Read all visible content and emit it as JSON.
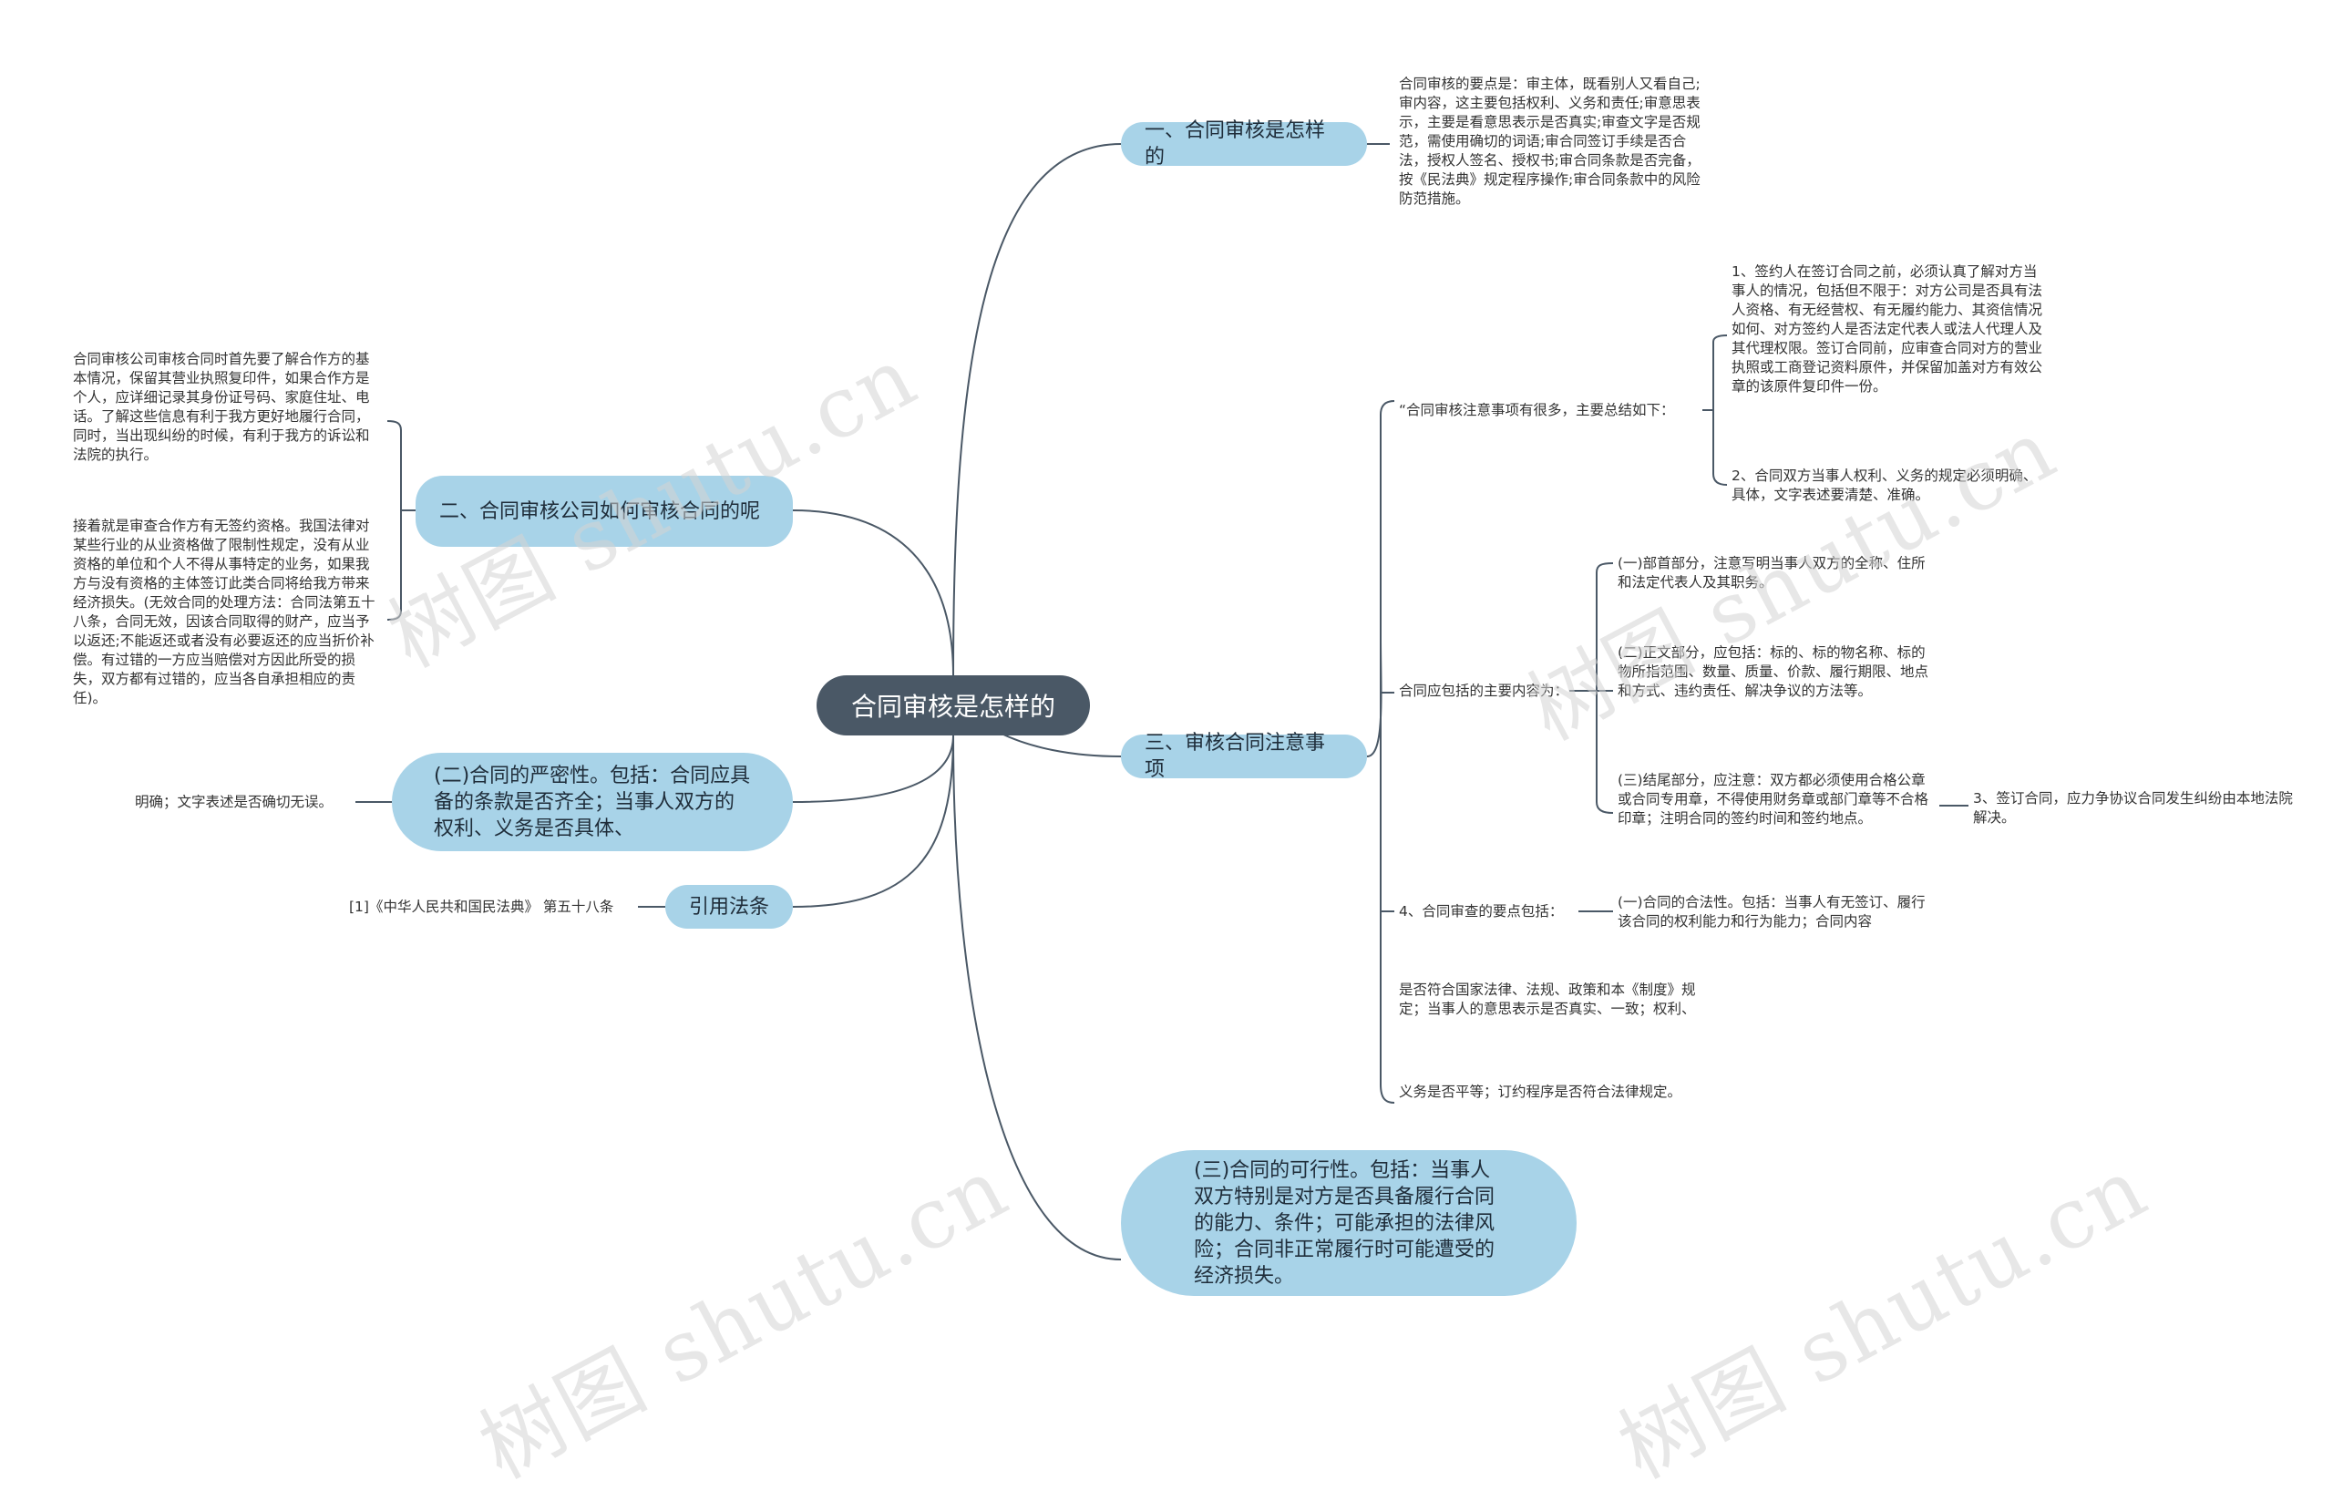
{
  "root": "合同审核是怎样的",
  "branches": {
    "b1": "一、合同审核是怎样的",
    "b2": "二、合同审核公司如何审核合同的呢",
    "b3": "三、审核合同注意事项",
    "b4": "(二)合同的严密性。包括：合同应具备的条款是否齐全；当事人双方的权利、义务是否具体、",
    "b5": "引用法条",
    "b6": "(三)合同的可行性。包括：当事人双方特别是对方是否具备履行合同的能力、条件；可能承担的法律风险；合同非正常履行时可能遭受的经济损失。"
  },
  "notes": {
    "b1_text": "合同审核的要点是：审主体，既看别人又看自己;审内容，这主要包括权利、义务和责任;审意思表示，主要是看意思表示是否真实;审查文字是否规范，需使用确切的词语;审合同签订手续是否合法，授权人签名、授权书;审合同条款是否完备，按《民法典》规定程序操作;审合同条款中的风险防范措施。",
    "b2_text1": "合同审核公司审核合同时首先要了解合作方的基本情况，保留其营业执照复印件，如果合作方是个人，应详细记录其身份证号码、家庭住址、电话。了解这些信息有利于我方更好地履行合同，同时，当出现纠纷的时候，有利于我方的诉讼和法院的执行。",
    "b2_text2": "接着就是审查合作方有无签约资格。我国法律对某些行业的从业资格做了限制性规定，没有从业资格的单位和个人不得从事特定的业务，如果我方与没有资格的主体签订此类合同将给我方带来经济损失。(无效合同的处理方法：合同法第五十八条，合同无效，因该合同取得的财产，应当予以返还;不能返还或者没有必要返还的应当折价补偿。有过错的一方应当赔偿对方因此所受的损失，双方都有过错的，应当各自承担相应的责任)。",
    "b4_text": "明确；文字表述是否确切无误。",
    "b5_text": "[1]《中华人民共和国民法典》 第五十八条",
    "b3_c1": "“合同审核注意事项有很多，主要总结如下：",
    "b3_c1_s1": "1、签约人在签订合同之前，必须认真了解对方当事人的情况，包括但不限于：对方公司是否具有法人资格、有无经营权、有无履约能力、其资信情况如何、对方签约人是否法定代表人或法人代理人及其代理权限。签订合同前，应审查合同对方的营业执照或工商登记资料原件，并保留加盖对方有效公章的该原件复印件一份。",
    "b3_c1_s2": "2、合同双方当事人权利、义务的规定必须明确、具体，文字表述要清楚、准确。",
    "b3_c2": "合同应包括的主要内容为：",
    "b3_c2_s1": "(一)部首部分，注意写明当事人双方的全称、住所和法定代表人及其职务。",
    "b3_c2_s2": "(二)正文部分，应包括：标的、标的物名称、标的物所指范围、数量、质量、价款、履行期限、地点和方式、违约责任、解决争议的方法等。",
    "b3_c2_s3": "(三)结尾部分，应注意：双方都必须使用合格公章或合同专用章，不得使用财务章或部门章等不合格印章；注明合同的签约时间和签约地点。",
    "b3_c2_s3_s1": "3、签订合同，应力争协议合同发生纠纷由本地法院解决。",
    "b3_c3": "4、合同审查的要点包括：",
    "b3_c3_s1": "(一)合同的合法性。包括：当事人有无签订、履行该合同的权利能力和行为能力；合同内容",
    "b3_c4": "是否符合国家法律、法规、政策和本《制度》规定；当事人的意思表示是否真实、一致；权利、",
    "b3_c5": "义务是否平等；订约程序是否符合法律规定。"
  },
  "watermark": "树图 shutu.cn",
  "colors": {
    "root_bg": "#4a5866",
    "branch_bg": "#a8d3e8",
    "line": "#4a5866"
  }
}
